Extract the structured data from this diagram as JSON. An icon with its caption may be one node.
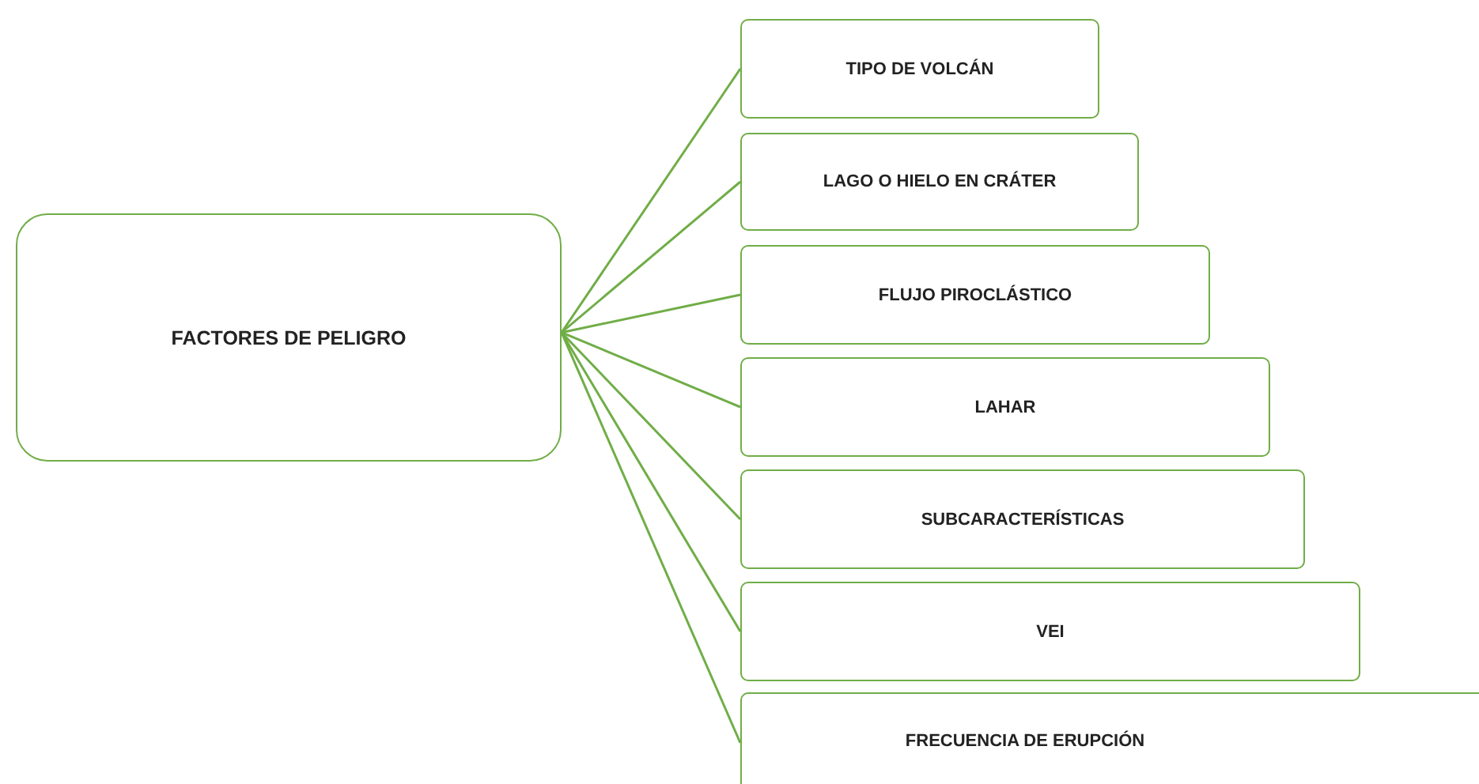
{
  "diagram": {
    "nodes": [
      {
        "text": [
          "FACTORES DE PELIGRO"
        ]
      },
      {
        "text": [
          "TIPO DE VOLCÁN"
        ]
      },
      {
        "text": [
          "LAGO O HIELO EN CRÁTER"
        ]
      },
      {
        "text": [
          "FLUJO PIROCLÁSTICO"
        ]
      },
      {
        "text": [
          "LAHAR"
        ]
      },
      {
        "text": [
          "SUBCARACTERÍSTICAS"
        ]
      },
      {
        "text": [
          "VEI"
        ]
      },
      {
        "text": [
          "FRECUENCIA DE ERUPCIÓN"
        ]
      }
    ],
    "edges": [
      {
        "from": 0,
        "to": 1,
        "arrow": "none"
      },
      {
        "from": 0,
        "to": 2,
        "arrow": "none"
      },
      {
        "from": 0,
        "to": 3,
        "arrow": "none"
      },
      {
        "from": 0,
        "to": 4,
        "arrow": "none"
      },
      {
        "from": 0,
        "to": 5,
        "arrow": "none"
      },
      {
        "from": 0,
        "to": 6,
        "arrow": "none"
      },
      {
        "from": 0,
        "to": 7,
        "arrow": "none"
      }
    ]
  }
}
